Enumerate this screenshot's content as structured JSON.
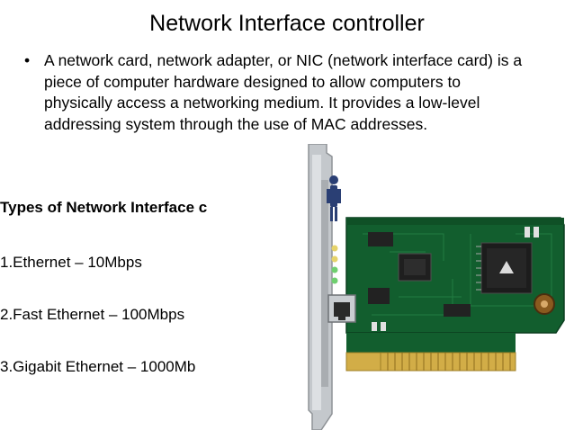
{
  "slide": {
    "title": "Network Interface controller",
    "bullet_marker": "•",
    "bullet_text": "A network card, network adapter, or NIC (network interface card) is a piece of computer hardware designed to allow computers to physically access a networking medium. It provides a low-level addressing system through the use of MAC addresses.",
    "types_heading": "Types of Network Interface c",
    "types": [
      "1.Ethernet – 10Mbps",
      "2.Fast Ethernet – 100Mbps",
      "3.Gigabit Ethernet – 1000Mb"
    ]
  },
  "image": {
    "subject": "network-interface-card-photo",
    "colors": {
      "pcb": "#0f5a2b",
      "bracket": "#b8bcc0",
      "gold_contacts": "#c9a23a",
      "chip": "#1b1b1b"
    }
  }
}
